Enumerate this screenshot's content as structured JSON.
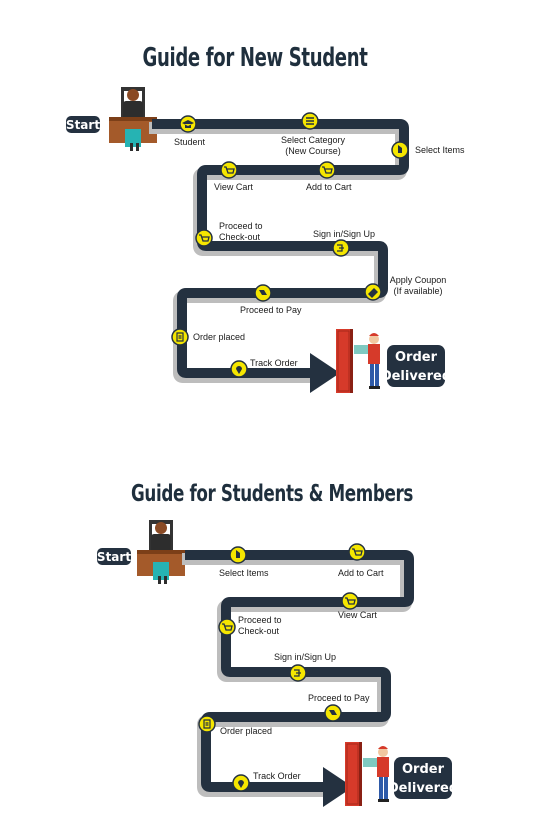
{
  "guides": [
    {
      "title": "Guide for New Student",
      "start_label": "Start",
      "steps": [
        {
          "label": "Student",
          "icon": "graduation-cap-icon"
        },
        {
          "label": "Select Category",
          "sub": "(New Course)",
          "icon": "list-icon"
        },
        {
          "label": "Select Items",
          "icon": "pointer-hand-icon"
        },
        {
          "label": "Add to Cart",
          "icon": "cart-add-icon"
        },
        {
          "label": "View Cart",
          "icon": "cart-icon"
        },
        {
          "label": "Proceed to",
          "sub": "Check-out",
          "icon": "checkout-cart-icon"
        },
        {
          "label": "Sign in/Sign Up",
          "icon": "sign-in-icon"
        },
        {
          "label": "Apply Coupon",
          "sub": "(If available)",
          "icon": "coupon-icon"
        },
        {
          "label": "Proceed to Pay",
          "icon": "payment-icon"
        },
        {
          "label": "Order placed",
          "icon": "document-icon"
        },
        {
          "label": "Track Order",
          "icon": "location-pin-icon"
        }
      ],
      "end_label": "Order",
      "end_sub": "Delivered"
    },
    {
      "title": "Guide for Students & Members",
      "start_label": "Start",
      "steps": [
        {
          "label": "Select Items",
          "icon": "pointer-hand-icon"
        },
        {
          "label": "Add to Cart",
          "icon": "cart-add-icon"
        },
        {
          "label": "View Cart",
          "icon": "cart-icon"
        },
        {
          "label": "Proceed to",
          "sub": "Check-out",
          "icon": "checkout-cart-icon"
        },
        {
          "label": "Sign in/Sign Up",
          "icon": "sign-in-icon"
        },
        {
          "label": "Proceed to Pay",
          "icon": "payment-icon"
        },
        {
          "label": "Order placed",
          "icon": "document-icon"
        },
        {
          "label": "Track Order",
          "icon": "location-pin-icon"
        }
      ],
      "end_label": "Order",
      "end_sub": "Delivered"
    }
  ],
  "colors": {
    "road": "#243140",
    "road_shadow": "#bdbdbd",
    "marker": "#f5e600",
    "door": "#d63a2a"
  }
}
